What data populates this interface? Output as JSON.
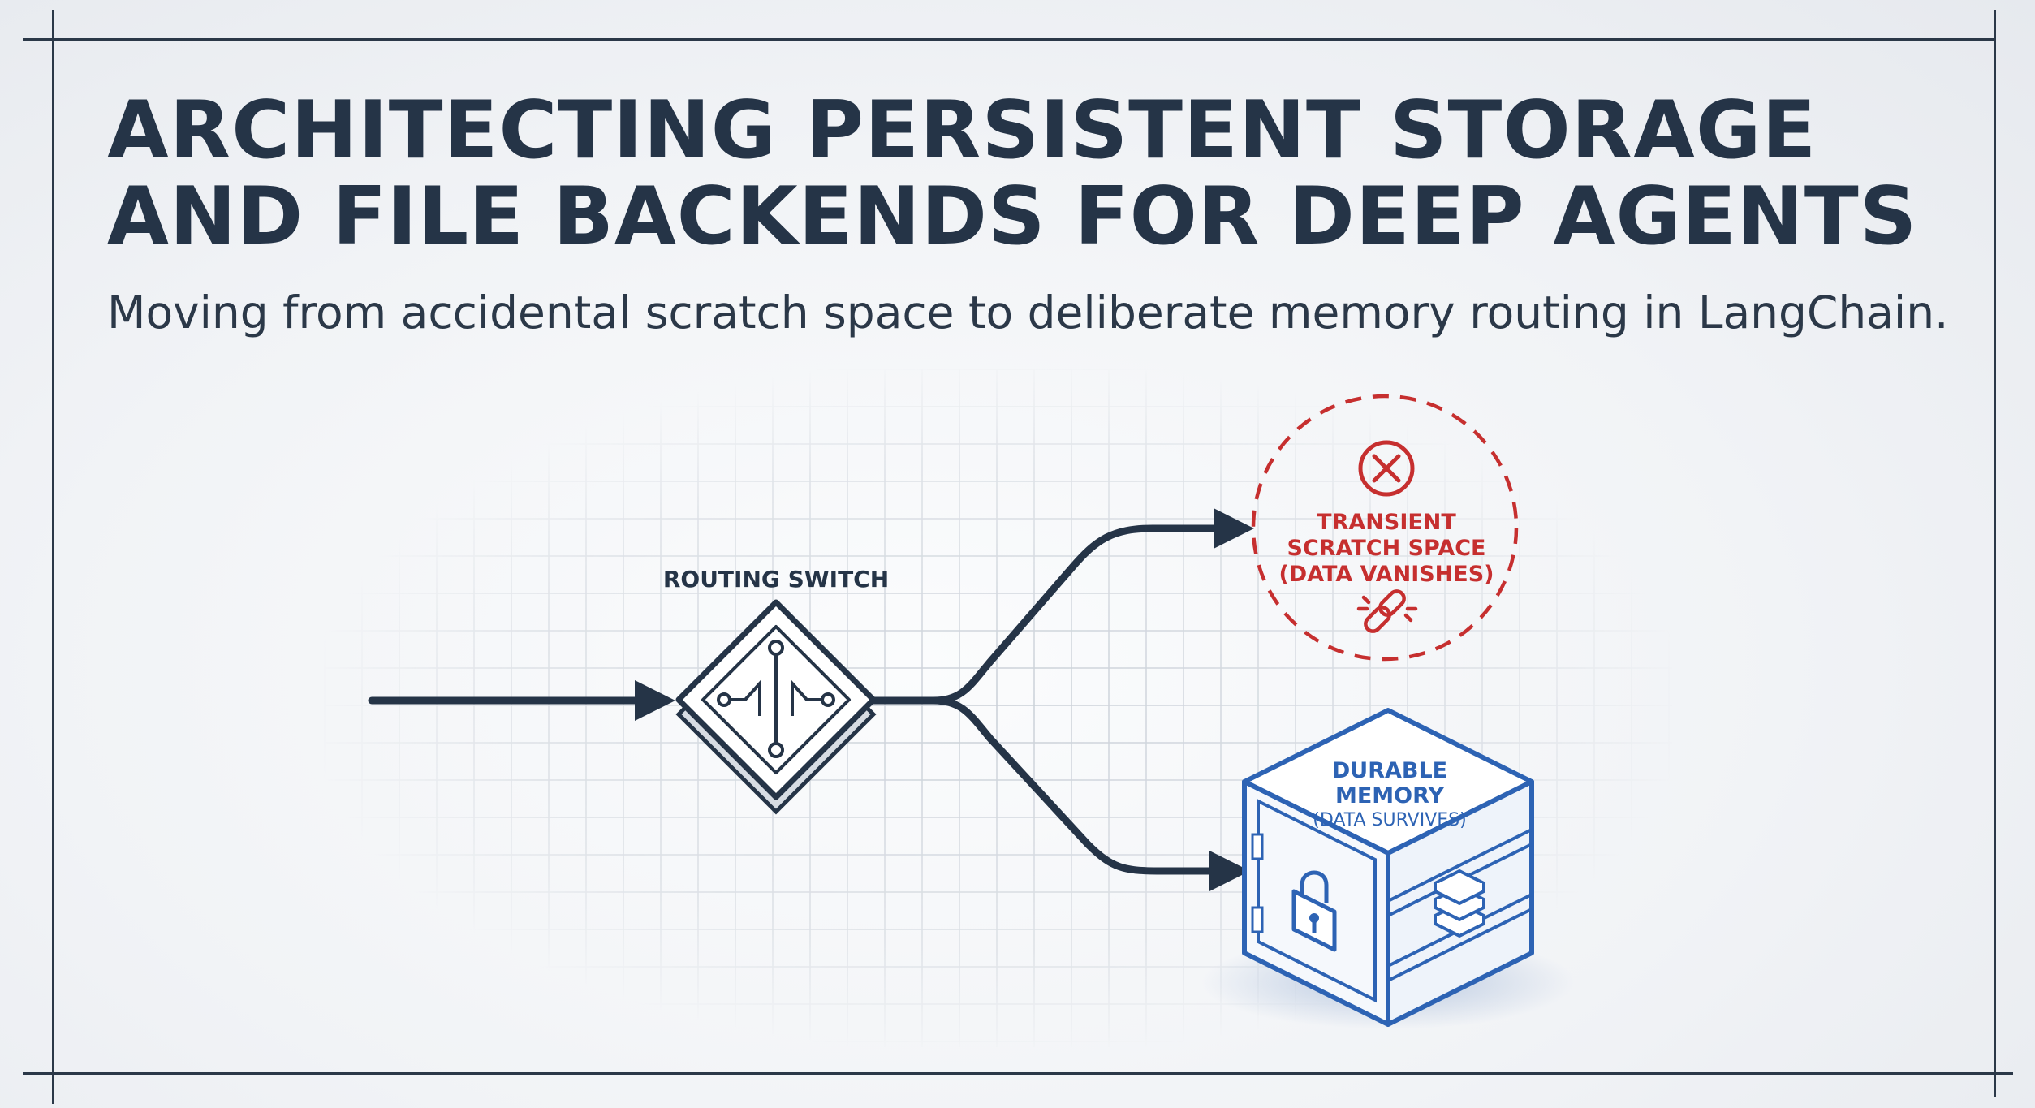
{
  "title": {
    "line1": "ARCHITECTING PERSISTENT STORAGE",
    "line2": "AND FILE BACKENDS FOR DEEP AGENTS"
  },
  "subtitle": "Moving from accidental scratch space to deliberate memory routing in LangChain.",
  "diagram": {
    "routing_switch": {
      "label": "ROUTING SWITCH"
    },
    "transient": {
      "line1": "TRANSIENT",
      "line2": "SCRATCH SPACE",
      "line3": "(DATA VANISHES)",
      "icons": [
        "x-circle-icon",
        "broken-link-icon"
      ]
    },
    "durable": {
      "line1": "DURABLE",
      "line2": "MEMORY",
      "line3": "(DATA SURVIVES)",
      "icons": [
        "padlock-icon",
        "stack-icon"
      ]
    }
  },
  "colors": {
    "ink": "#253447",
    "danger": "#c62f2f",
    "storage": "#2d63b4",
    "grid": "#c9cfd7"
  }
}
